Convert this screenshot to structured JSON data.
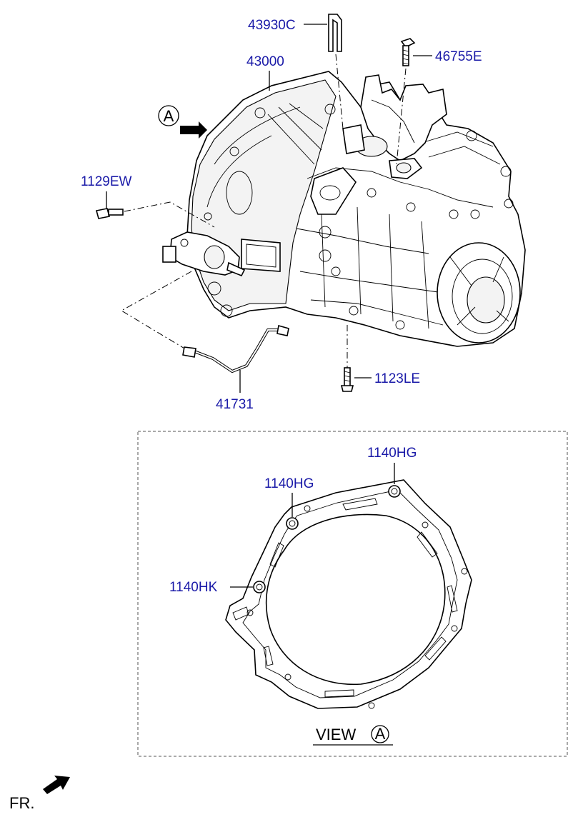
{
  "labels": {
    "clip": "43930C",
    "transaxle": "43000",
    "bolt_top": "46755E",
    "bolt_left": "1129EW",
    "bolt_bottom": "1123LE",
    "hose": "41731",
    "hg_top": "1140HG",
    "hg_left": "1140HG",
    "hk": "1140HK",
    "view_word": "VIEW",
    "view_letter": "A",
    "arrow_letter": "A",
    "fr": "FR."
  },
  "colors": {
    "label_blue": "#1a1aa8",
    "line": "#000000"
  }
}
